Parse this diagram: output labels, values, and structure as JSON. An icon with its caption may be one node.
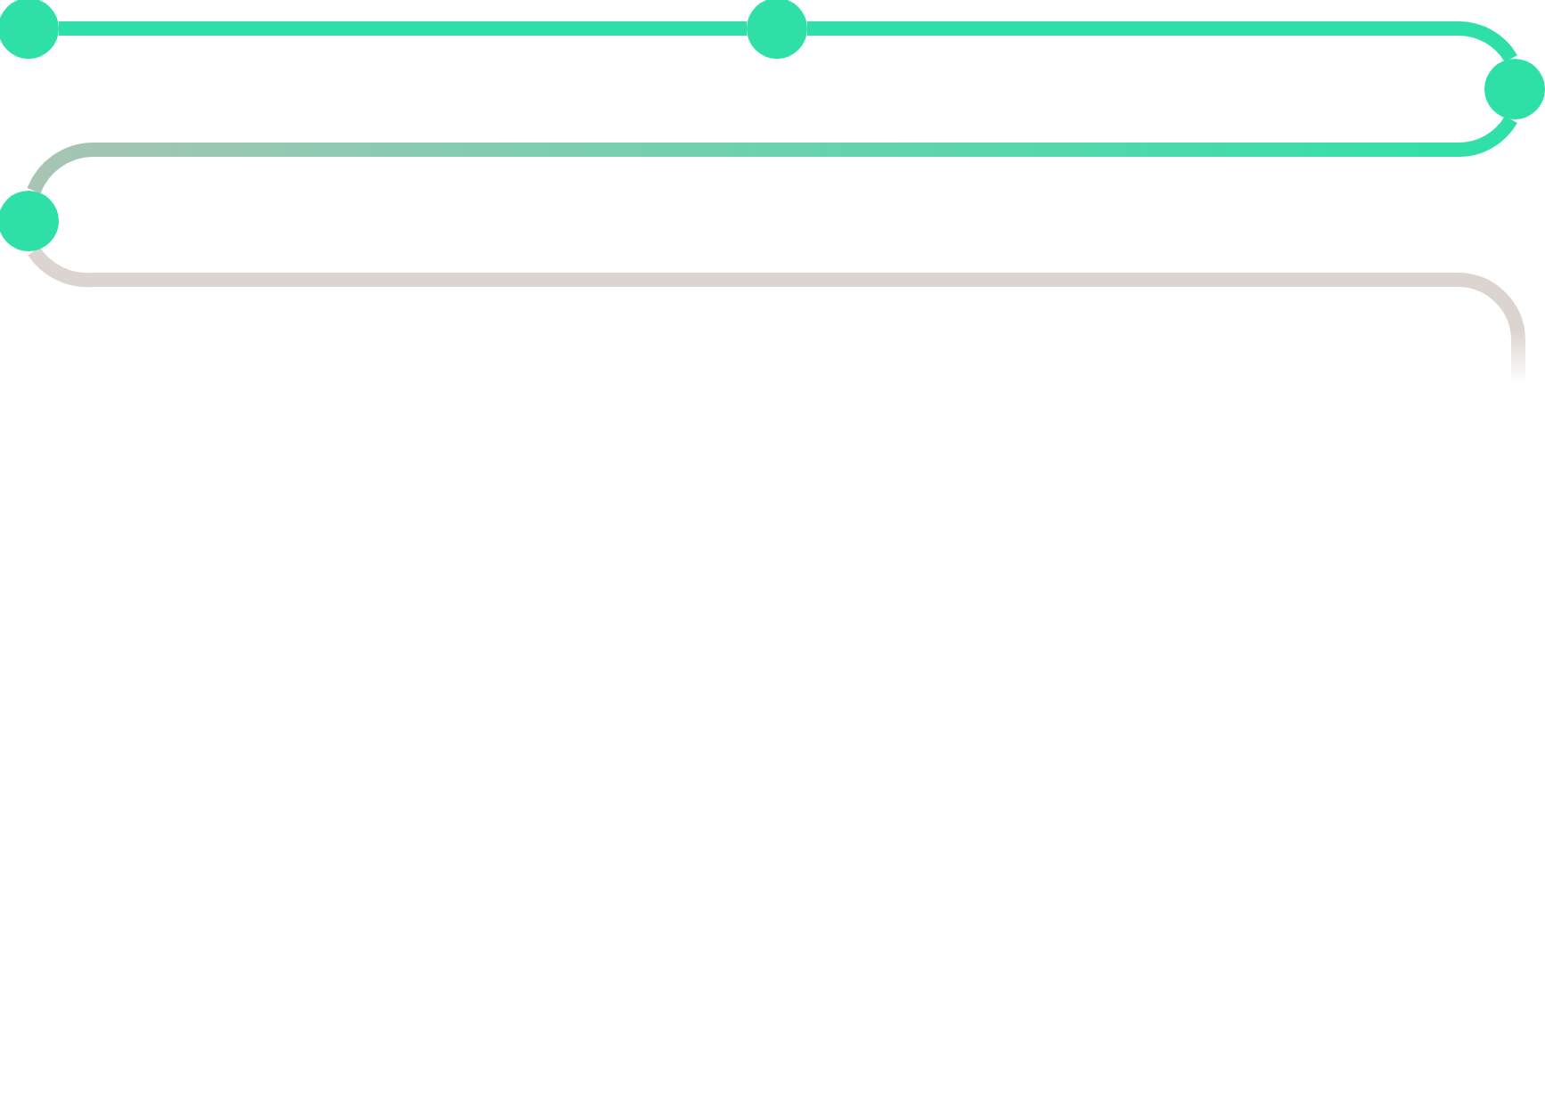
{
  "diagram": {
    "nodes": [
      {
        "text": [],
        "shape": "circle"
      },
      {
        "text": [],
        "shape": "circle"
      },
      {
        "text": [],
        "shape": "circle"
      },
      {
        "text": [],
        "shape": "circle"
      }
    ],
    "edges": [
      {
        "from": 0,
        "to": 1,
        "arrow": "none"
      },
      {
        "from": 1,
        "to": 2,
        "arrow": "none"
      },
      {
        "from": 2,
        "to": 3,
        "arrow": "none",
        "color": "#a8c4b4"
      },
      {
        "from": 3,
        "to": null,
        "arrow": "none",
        "color": "#dcd4d0"
      }
    ]
  }
}
